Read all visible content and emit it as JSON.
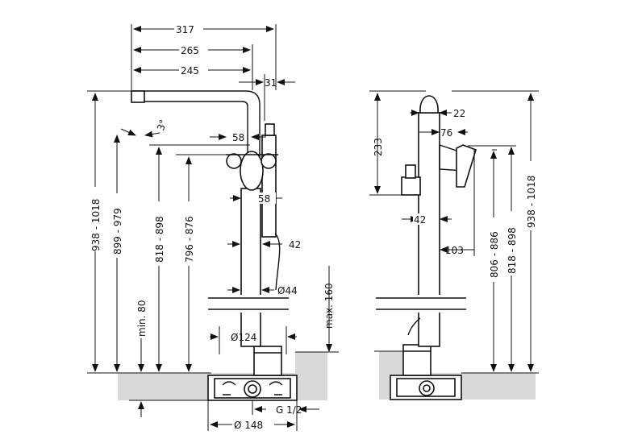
{
  "front_view": {
    "dims": {
      "d317": "317",
      "d265": "265",
      "d245": "245",
      "d31": "31",
      "d3deg": "3°",
      "d58a": "58",
      "d58b": "58",
      "d42": "42",
      "d44": "Ø44",
      "dmax160": "max. 160",
      "d124": "Ø124",
      "dmin80": "min. 80",
      "d938": "938 - 1018",
      "d899": "899 - 979",
      "d818": "818 - 898",
      "d796": "796 - 876",
      "d148": "Ø 148",
      "dG12": "G 1/2"
    }
  },
  "side_view": {
    "dims": {
      "d233": "233",
      "d22": "22",
      "d76": "76",
      "d42": "42",
      "d103": "103",
      "d806": "806 - 886",
      "d818": "818 - 898",
      "d938": "938 - 1018"
    }
  }
}
